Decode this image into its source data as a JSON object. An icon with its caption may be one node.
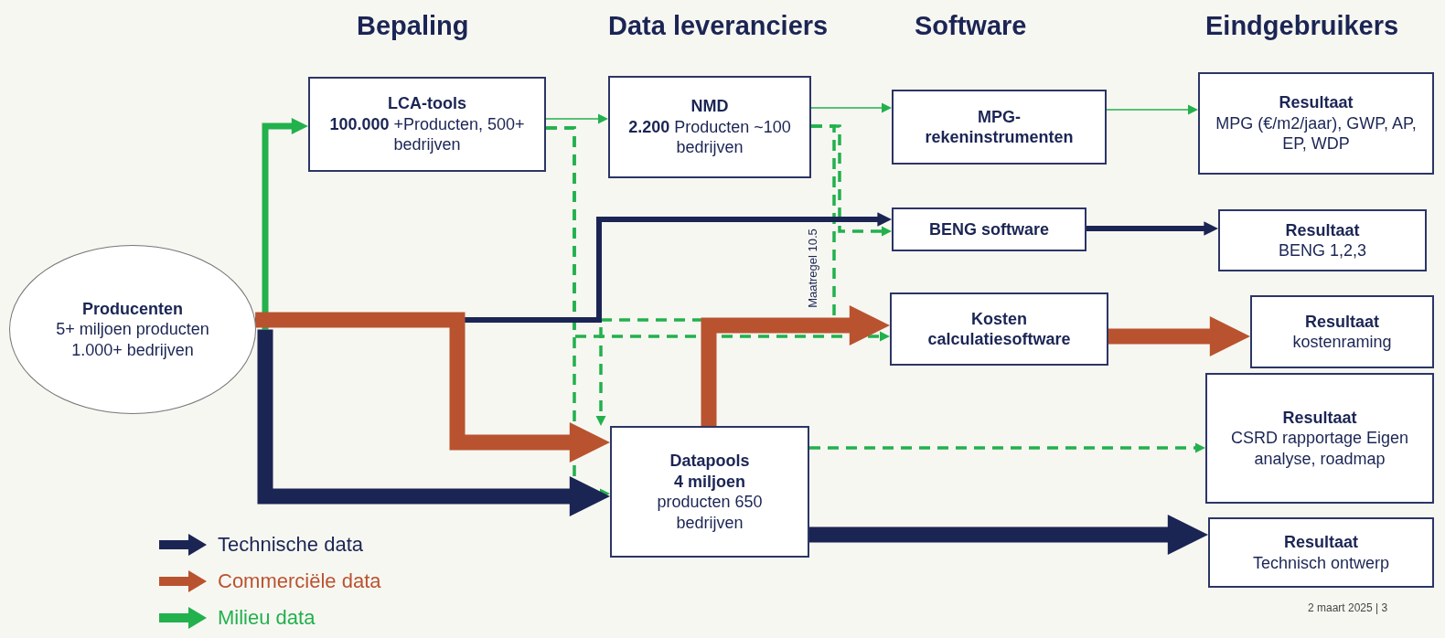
{
  "diagram": {
    "nodes": [
      {
        "text": [
          "Producenten",
          "5+ miljoen producten 1.000+ bedrijven"
        ]
      },
      {
        "text": [
          "LCA-tools",
          "**100.000** +Producten, 500+ bedrijven"
        ]
      },
      {
        "text": [
          "NMD",
          "**2.200** Producten ~100 bedrijven"
        ]
      },
      {
        "text": [
          "MPG-rekeninstrumenten"
        ]
      },
      {
        "text": [
          "Resultaat",
          "MPG (€/m2/jaar), GWP, AP, EP, WDP"
        ]
      },
      {
        "text": [
          "BENG software"
        ]
      },
      {
        "text": [
          "Resultaat",
          "BENG 1,2,3"
        ]
      },
      {
        "text": [
          "Kosten calculatiesoftware"
        ]
      },
      {
        "text": [
          "Resultaat",
          "kostenraming"
        ]
      },
      {
        "text": [
          "Datapools",
          "**4 miljoen** producten 650 bedrijven"
        ]
      },
      {
        "text": [
          "Resultaat",
          "CSRD rapportage Eigen analyse, roadmap"
        ]
      },
      {
        "text": [
          "Resultaat",
          "Technisch ontwerp"
        ]
      }
    ],
    "edges": [
      {
        "from": 0,
        "to": 1,
        "arrow": "to",
        "style": "thick"
      },
      {
        "from": 1,
        "to": 2,
        "arrow": "to"
      },
      {
        "from": 2,
        "to": 3,
        "arrow": "to"
      },
      {
        "from": 3,
        "to": 4,
        "arrow": "to"
      },
      {
        "from": 1,
        "to": 7,
        "arrow": "to",
        "style": "dashed"
      },
      {
        "from": 1,
        "to": 9,
        "arrow": "to",
        "style": "dashed"
      },
      {
        "from": 2,
        "to": 5,
        "arrow": "to",
        "style": "dashed"
      },
      {
        "from": 2,
        "to": 9,
        "arrow": "to",
        "style": "dashed"
      },
      {
        "from": 0,
        "to": 5,
        "arrow": "to",
        "color": "#1b2554"
      },
      {
        "from": 5,
        "to": 6,
        "arrow": "to",
        "color": "#1b2554"
      },
      {
        "from": 0,
        "to": 9,
        "arrow": "to",
        "style": "thick",
        "color": "#b9532f"
      },
      {
        "from": 0,
        "to": 9,
        "arrow": "to",
        "style": "thick",
        "color": "#1b2554"
      },
      {
        "from": 9,
        "to": 7,
        "arrow": "to",
        "style": "thick",
        "color": "#b9532f"
      },
      {
        "from": 7,
        "to": 8,
        "arrow": "to",
        "style": "thick",
        "color": "#b9532f"
      },
      {
        "from": 9,
        "to": 10,
        "arrow": "to",
        "style": "dashed"
      },
      {
        "from": 9,
        "to": 11,
        "arrow": "to",
        "style": "thick",
        "color": "#1b2554"
      }
    ],
    "labels": [
      "Bepaling",
      "Data leveranciers",
      "Software",
      "Eindgebruikers",
      "Maatregel 10.5",
      "2 maart 2025 | 3"
    ],
    "legend": [
      {
        "text": "Technische data"
      },
      {
        "text": "Commerciële data"
      },
      {
        "text": "Milieu data"
      }
    ]
  }
}
